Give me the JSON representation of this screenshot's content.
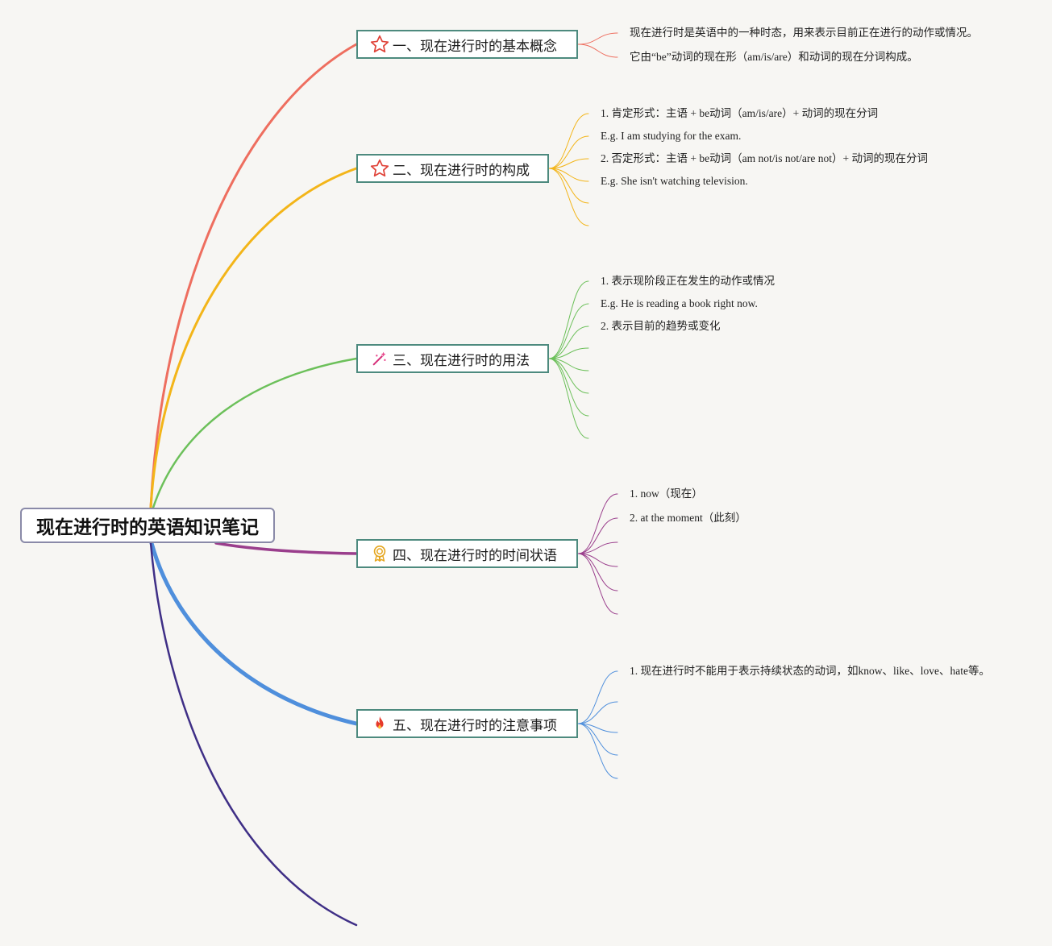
{
  "root": {
    "title": "现在进行时的英语知识笔记"
  },
  "branches": [
    {
      "label": "一、现在进行时的基本概念",
      "icon": "star-outline-icon",
      "color": "#ee6e5f",
      "leaves": [
        "现在进行时是英语中的一种时态，用来表示目前正在进行的动作或情况。",
        "它由“be”动词的现在形（am/is/are）和动词的现在分词构成。"
      ]
    },
    {
      "label": "二、现在进行时的构成",
      "icon": "star-outline-icon",
      "color": "#f3b519",
      "leaves": [
        "1. 肯定形式：主语 + be动词（am/is/are）+ 动词的现在分词",
        "E.g. I am studying for the exam.",
        "2. 否定形式：主语 + be动词（am not/is not/are not）+ 动词的现在分词",
        "E.g. She isn't watching television."
      ]
    },
    {
      "label": "三、现在进行时的用法",
      "icon": "magic-wand-icon",
      "color": "#6cc05a",
      "leaves": [
        "1. 表示现阶段正在发生的动作或情况",
        "E.g. He is reading a book right now.",
        "2. 表示目前的趋势或变化"
      ]
    },
    {
      "label": "四、现在进行时的时间状语",
      "icon": "award-ribbon-icon",
      "color": "#9a3e8c",
      "leaves": [
        "1. now（现在）",
        "2. at the moment（此刻）"
      ]
    },
    {
      "label": "五、现在进行时的注意事项",
      "icon": "fire-icon",
      "color": "#4f8fdc",
      "leaves": [
        "1. 现在进行时不能用于表示持续状态的动词，如know、like、love、hate等。"
      ]
    }
  ],
  "extra_branch": {
    "color": "#3f2f86"
  }
}
